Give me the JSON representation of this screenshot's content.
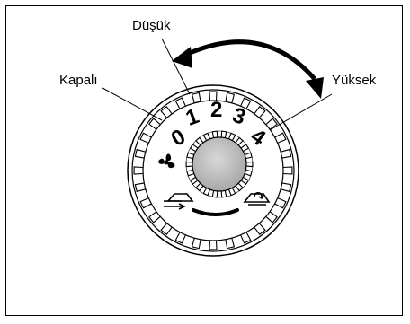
{
  "callouts": {
    "off": "Kapalı",
    "low": "Düşük",
    "high": "Yüksek"
  },
  "knob": {
    "speed_labels": [
      "0",
      "1",
      "2",
      "3",
      "4"
    ],
    "fan_icon": "fan-icon",
    "fresh_air_icon": "fresh-air-icon",
    "recirculation_icon": "recirculation-icon",
    "arrow_icon": "direction-arc-arrow-icon"
  },
  "colors": {
    "line": "#000000",
    "knob_fill": "#bdbdbd",
    "background": "#ffffff"
  }
}
